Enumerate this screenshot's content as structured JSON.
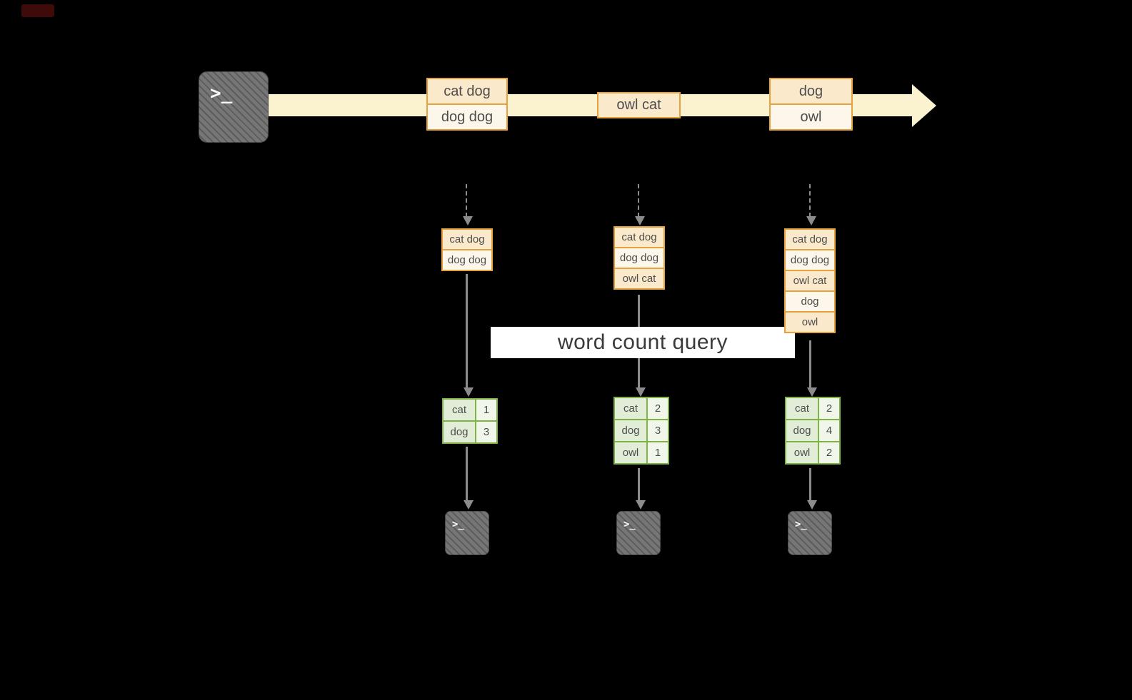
{
  "icons": {
    "terminal_glyph": ">_"
  },
  "colors": {
    "background": "#000000",
    "stream_band": "#fbf2cf",
    "box_border": "#e6a23c",
    "box_fill_dark": "#fbe9cc",
    "box_fill_light": "#fdf6ea",
    "table_border": "#7fb347",
    "table_fill_word": "#e2edd8",
    "table_fill_count": "#f1f6eb",
    "arrow": "#8c8c8c",
    "banner_bg": "#ffffff",
    "banner_text": "#3a3a3a",
    "terminal_fill": "#767676"
  },
  "stream": {
    "batches": [
      {
        "lines": [
          "cat dog",
          "dog dog"
        ]
      },
      {
        "lines": [
          "owl cat"
        ]
      },
      {
        "lines": [
          "dog",
          "owl"
        ]
      }
    ]
  },
  "micro_batches": [
    {
      "lines": [
        "cat dog",
        "dog dog"
      ]
    },
    {
      "lines": [
        "cat dog",
        "dog dog",
        "owl cat"
      ]
    },
    {
      "lines": [
        "cat dog",
        "dog dog",
        "owl cat",
        "dog",
        "owl"
      ]
    }
  ],
  "query": {
    "label": "word count query"
  },
  "results": [
    {
      "rows": [
        {
          "word": "cat",
          "count": "1"
        },
        {
          "word": "dog",
          "count": "3"
        }
      ]
    },
    {
      "rows": [
        {
          "word": "cat",
          "count": "2"
        },
        {
          "word": "dog",
          "count": "3"
        },
        {
          "word": "owl",
          "count": "1"
        }
      ]
    },
    {
      "rows": [
        {
          "word": "cat",
          "count": "2"
        },
        {
          "word": "dog",
          "count": "4"
        },
        {
          "word": "owl",
          "count": "2"
        }
      ]
    }
  ]
}
